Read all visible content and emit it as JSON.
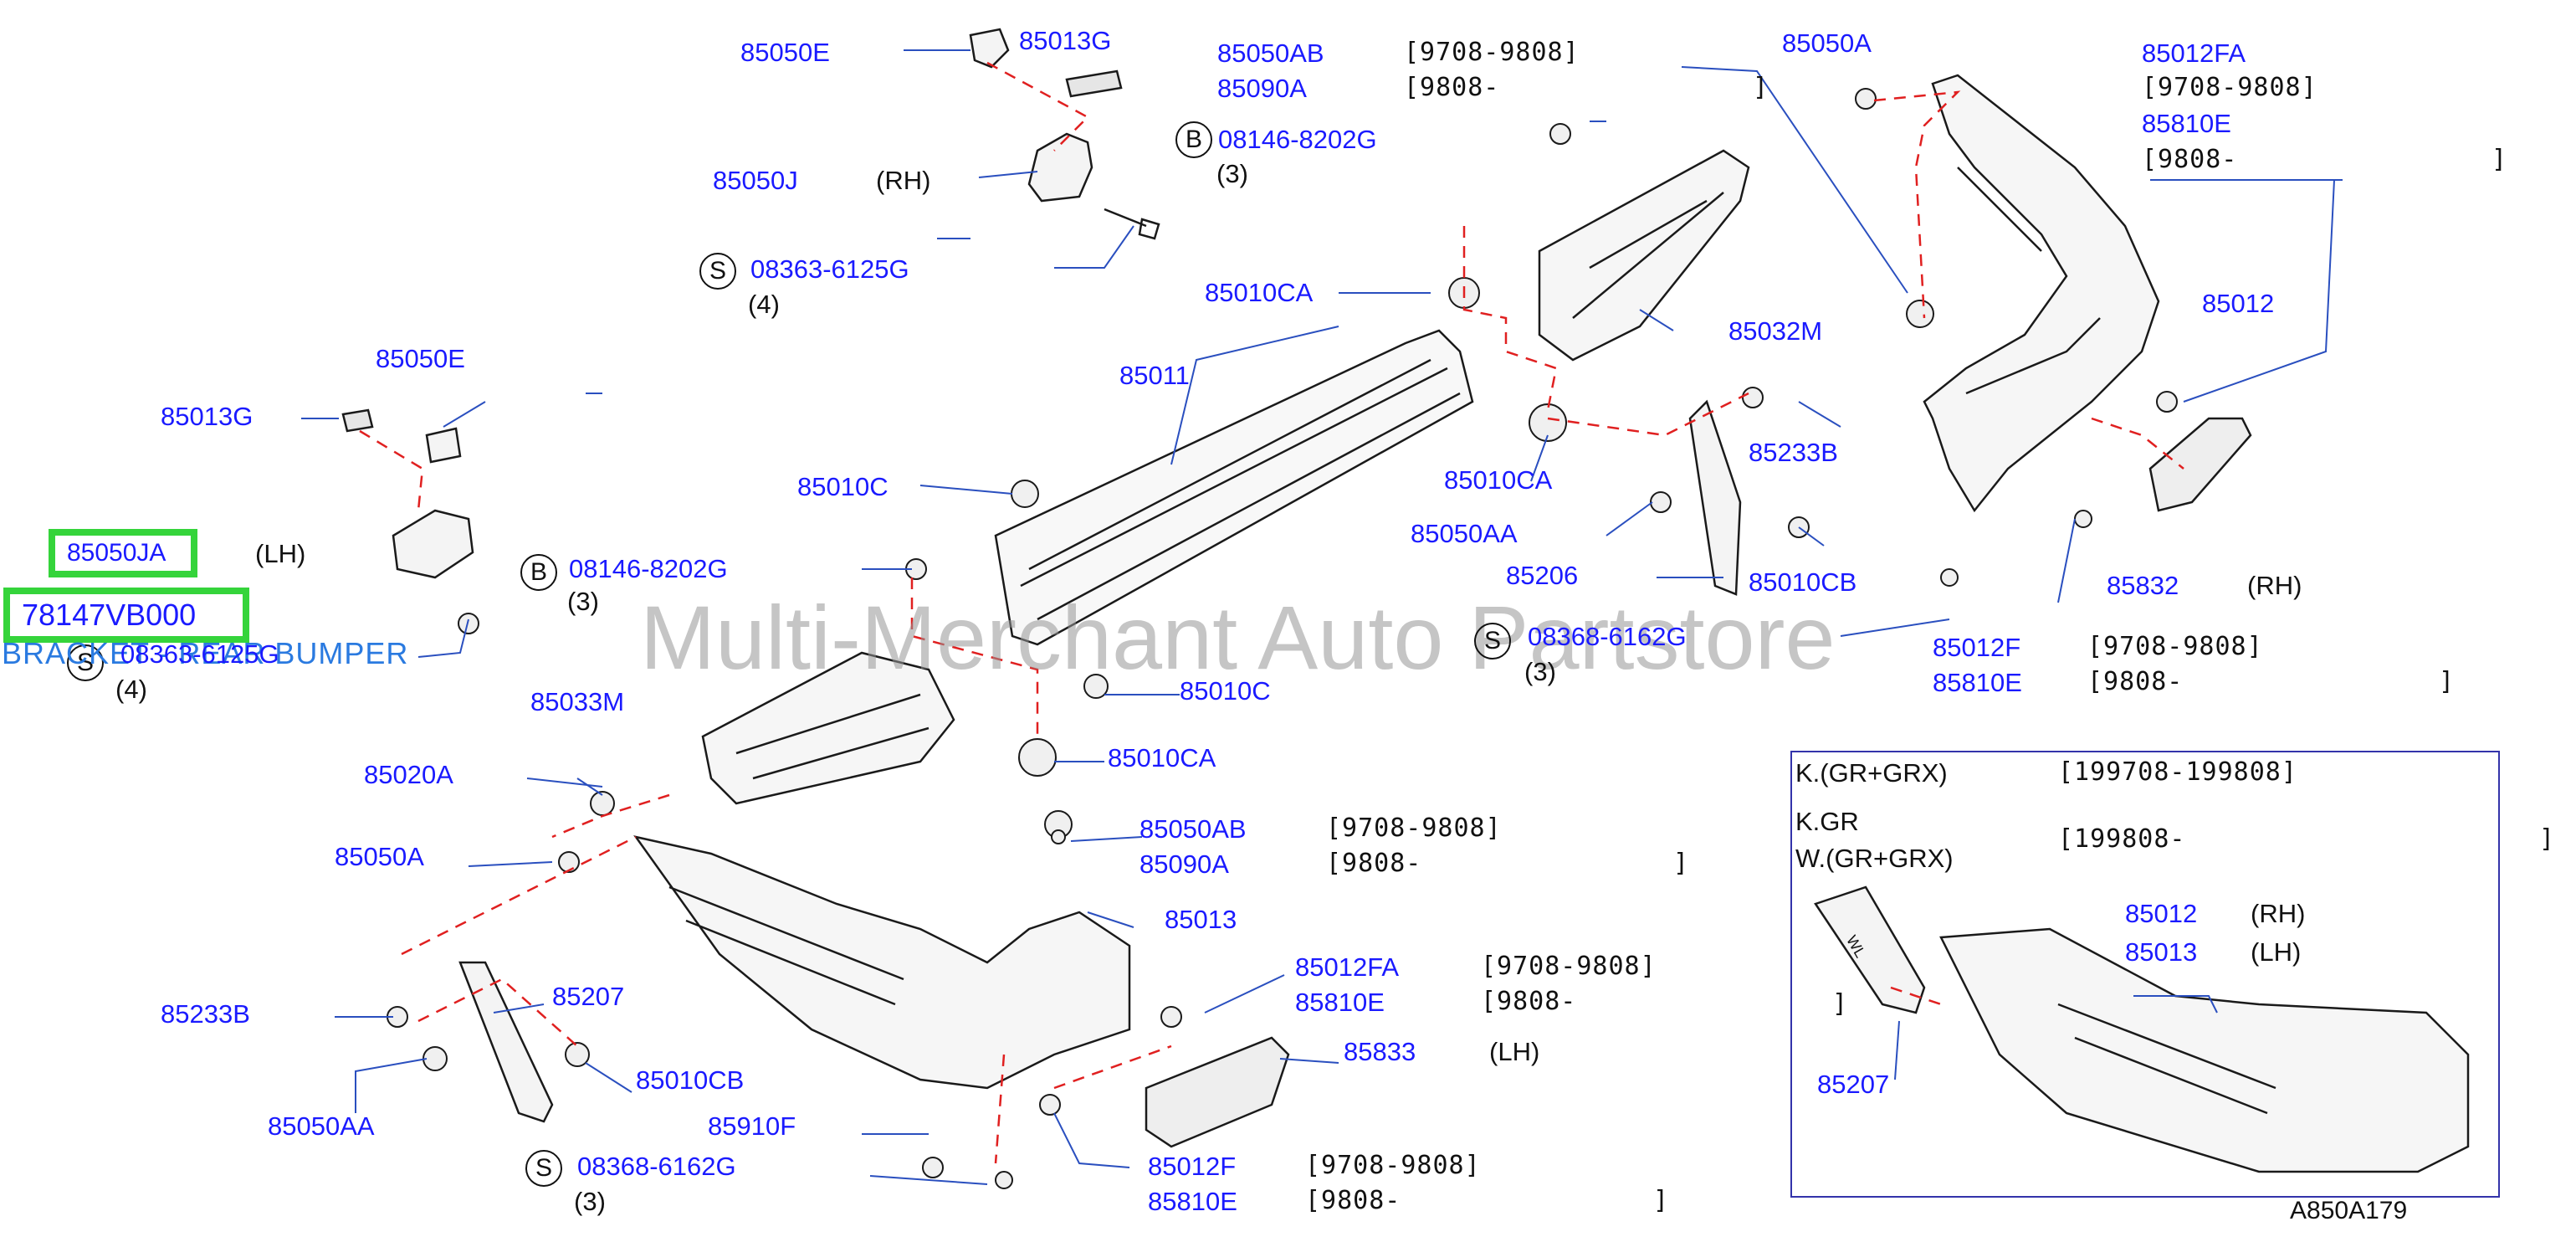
{
  "watermark": "Multi-Merchant Auto Partstore",
  "figure_code": "A850A179",
  "highlight": {
    "part_85050JA": "85050JA",
    "part_78147VB000": "78147VB000",
    "description": "BRACKET - REAR BUMPER"
  },
  "colors": {
    "label": "#1a1aff",
    "highlight_border": "#35d43b",
    "leader_dash": "#e02020",
    "description": "#2a7ae0"
  },
  "labels": {
    "p85050E_top": "85050E",
    "p85013G_top": "85013G",
    "p85050J": "85050J",
    "rh_85050J": "(RH)",
    "p08363_top": "08363-6125G",
    "qty_08363_top": "(4)",
    "s_08363_top": "S",
    "p85050AB_top": "85050AB",
    "date_85050AB_top": "[9708-9808]",
    "p85090A_top": "85090A",
    "date_85090A_top": "[9808-",
    "close_85090A_top": "]",
    "b_08146_top": "B",
    "p08146_top": "08146-8202G",
    "qty_08146_top": "(3)",
    "p85050A_top": "85050A",
    "p85012FA_top": "85012FA",
    "date_85012FA_top": "[9708-9808]",
    "p85810E_top": "85810E",
    "date_85810E_top": "[9808-",
    "close_85810E_top": "]",
    "p85010CA_1": "85010CA",
    "p85032M": "85032M",
    "p85012": "85012",
    "p85011": "85011",
    "p85050E_mid": "85050E",
    "p85013G_mid": "85013G",
    "p85233B_top": "85233B",
    "p85010C_1": "85010C",
    "p85010CA_2": "85010CA",
    "p85050AA_top": "85050AA",
    "p85010CB_top": "85010CB",
    "lh_85050JA": "(LH)",
    "b_08146_mid": "B",
    "p08146_mid": "08146-8202G",
    "qty_08146_mid": "(3)",
    "p85206": "85206",
    "p85832": "85832",
    "rh_85832": "(RH)",
    "s_08363_mid": "S",
    "p08363_mid": "08363-6125G",
    "qty_08363_mid": "(4)",
    "s_08368_mid": "S",
    "p08368_mid": "08368-6162G",
    "qty_08368_mid": "(3)",
    "p85012F_mid": "85012F",
    "date_85012F_mid": "[9708-9808]",
    "p85810E_mid": "85810E",
    "date_85810E_mid": "[9808-",
    "close_85810E_mid": "]",
    "p85033M": "85033M",
    "p85010C_2": "85010C",
    "p85010CA_3": "85010CA",
    "p85020A": "85020A",
    "p85050AB_low": "85050AB",
    "date_85050AB_low": "[9708-9808]",
    "p85090A_low": "85090A",
    "date_85090A_low": "[9808-",
    "close_85090A_low": "]",
    "p85050A_low": "85050A",
    "p85013": "85013",
    "p85012FA_low": "85012FA",
    "date_85012FA_low": "[9708-9808]",
    "p85810E_low": "85810E",
    "date_85810E_low": "[9808-",
    "p85207_low": "85207",
    "p85233B_low": "85233B",
    "p85833": "85833",
    "lh_85833": "(LH)",
    "p85010CB_low": "85010CB",
    "p85050AA_low": "85050AA",
    "p85910F": "85910F",
    "s_08368_low": "S",
    "p08368_low": "08368-6162G",
    "qty_08368_low": "(3)",
    "p85012F_low": "85012F",
    "date_85012F_low": "[9708-9808]",
    "p85810E_bottom": "85810E",
    "date_85810E_bottom": "[9808-",
    "close_85810E_bottom": "]"
  },
  "inset": {
    "kgr_grx": "K.(GR+GRX)",
    "kgr_grx_date": "[199708-199808]",
    "kgr": "K.GR",
    "wgr_grx": "W.(GR+GRX)",
    "wgr_date": "[199808-",
    "wgr_close": "]",
    "wgr_close2": "]",
    "p85012": "85012",
    "rh": "(RH)",
    "p85013": "85013",
    "lh": "(LH)",
    "p85207": "85207",
    "wl_mark": "WL"
  }
}
